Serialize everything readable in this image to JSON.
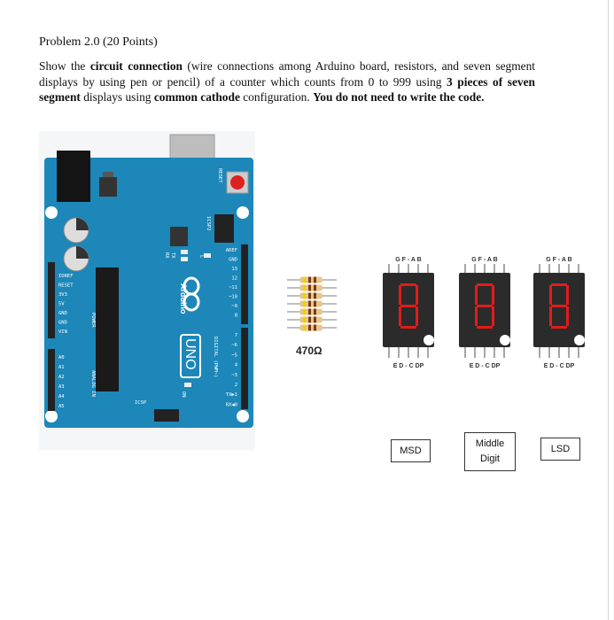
{
  "problem": {
    "title": "Problem 2.0 (20 Points)",
    "text": [
      {
        "t": "Show the ",
        "b": false
      },
      {
        "t": "circuit connection",
        "b": true
      },
      {
        "t": " (wire connections among Arduino board, resistors, and seven segment displays by using pen or pencil) of a counter which counts from 0 to 999 using ",
        "b": false
      },
      {
        "t": "3 pieces of seven segment",
        "b": true
      },
      {
        "t": " displays using ",
        "b": false
      },
      {
        "t": "common cathode",
        "b": true
      },
      {
        "t": " configuration. ",
        "b": false
      },
      {
        "t": "You do not need to write the code.",
        "b": true
      }
    ]
  },
  "arduino": {
    "brand": "Arduino",
    "model": "UNO",
    "reset_label": "RESET",
    "icsp_label": "ICSP2",
    "icsp_bottom_label": "ICSP",
    "tx_label": "TX",
    "rx_label": "RX",
    "l_label": "L",
    "on_label": "ON",
    "power_label": "POWER",
    "analog_label": "ANALOG IN",
    "digital_label": "DIGITAL (PWM~)",
    "power_pins": [
      "IOREF",
      "RESET",
      "3V3",
      "5V",
      "GND",
      "GND",
      "VIN"
    ],
    "analog_pins": [
      "A0",
      "A1",
      "A2",
      "A3",
      "A4",
      "A5"
    ],
    "digital_pins_top": [
      "AREF",
      "GND",
      "13",
      "12",
      "~11",
      "~10",
      "~9",
      "8"
    ],
    "digital_pins_bottom": [
      "7",
      "~6",
      "~5",
      "4",
      "~3",
      "2",
      "TX▶1",
      "RX◀0"
    ],
    "colors": {
      "board": "#1c87b8",
      "header": "#222222",
      "led": "#d33"
    }
  },
  "resistors": {
    "value_label": "470Ω",
    "count": 7,
    "colors": {
      "body": "#e8c58a",
      "band1": "#f2d000",
      "band2": "#7a3d12",
      "band3": "#7a3d12"
    }
  },
  "displays": [
    {
      "top_pins": "G F - A B",
      "bottom_pins": "E D - C DP",
      "digit": "8",
      "label": "MSD"
    },
    {
      "top_pins": "G F - A B",
      "bottom_pins": "E D - C DP",
      "digit": "8",
      "label": "Middle Digit"
    },
    {
      "top_pins": "G F - A B",
      "bottom_pins": "E D - C DP",
      "digit": "8",
      "label": "LSD"
    }
  ],
  "colors": {
    "segment_on": "#e21b1b",
    "display_body": "#2b2b2b"
  }
}
